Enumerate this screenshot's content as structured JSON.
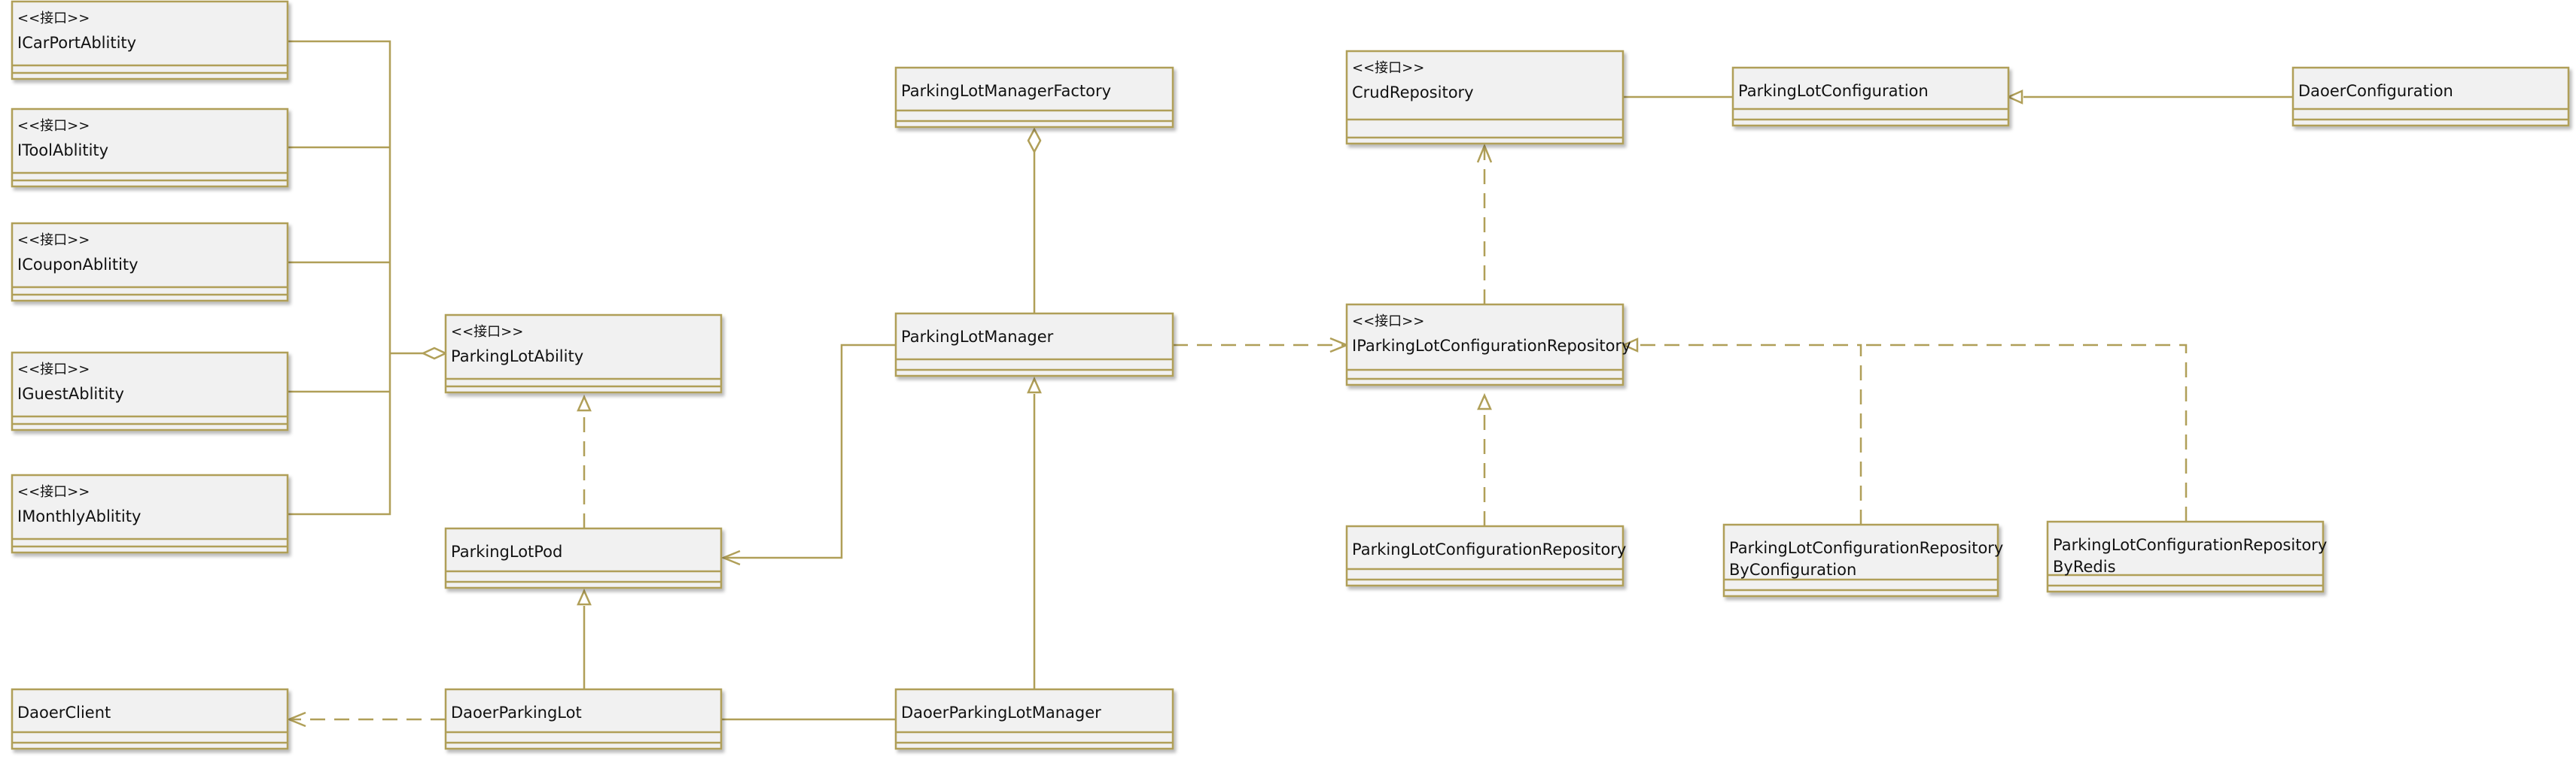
{
  "classes": [
    {
      "id": "icarport",
      "stereotype": "<<接口>>",
      "name_lines": [
        "ICarPortAblitity"
      ]
    },
    {
      "id": "itool",
      "stereotype": "<<接口>>",
      "name_lines": [
        "IToolAblitity"
      ]
    },
    {
      "id": "icoupon",
      "stereotype": "<<接口>>",
      "name_lines": [
        "ICouponAblitity"
      ]
    },
    {
      "id": "iguest",
      "stereotype": "<<接口>>",
      "name_lines": [
        "IGuestAblitity"
      ]
    },
    {
      "id": "imonthly",
      "stereotype": "<<接口>>",
      "name_lines": [
        "IMonthlyAblitity"
      ]
    },
    {
      "id": "daoerclient",
      "stereotype": "",
      "name_lines": [
        "DaoerClient"
      ]
    },
    {
      "id": "parkinglotability",
      "stereotype": "<<接口>>",
      "name_lines": [
        "ParkingLotAbility"
      ]
    },
    {
      "id": "parkinglotpod",
      "stereotype": "",
      "name_lines": [
        "ParkingLotPod"
      ]
    },
    {
      "id": "daoerparkinglot",
      "stereotype": "",
      "name_lines": [
        "DaoerParkingLot"
      ]
    },
    {
      "id": "parkinglotmanagerfactory",
      "stereotype": "",
      "name_lines": [
        "ParkingLotManagerFactory"
      ]
    },
    {
      "id": "parkinglotmanager",
      "stereotype": "",
      "name_lines": [
        "ParkingLotManager"
      ]
    },
    {
      "id": "daoerparkinglotmanager",
      "stereotype": "",
      "name_lines": [
        "DaoerParkingLotManager"
      ]
    },
    {
      "id": "crudrepository",
      "stereotype": "<<接口>>",
      "name_lines": [
        "CrudRepository"
      ]
    },
    {
      "id": "iparkinglotconfigurationrepository",
      "stereotype": "<<接口>>",
      "name_lines": [
        "IParkingLotConfigurationRepository"
      ]
    },
    {
      "id": "parkinglotconfigurationrepository",
      "stereotype": "",
      "name_lines": [
        "ParkingLotConfigurationRepository"
      ]
    },
    {
      "id": "parkinglotconfigurationrepositorybyconfiguration",
      "stereotype": "",
      "name_lines": [
        "ParkingLotConfigurationRepository",
        "ByConfiguration"
      ]
    },
    {
      "id": "parkinglotconfigurationrepositorybyredis",
      "stereotype": "",
      "name_lines": [
        "ParkingLotConfigurationRepository",
        "ByRedis"
      ]
    },
    {
      "id": "parkinglotconfiguration",
      "stereotype": "",
      "name_lines": [
        "ParkingLotConfiguration"
      ]
    },
    {
      "id": "daoerconfiguration",
      "stereotype": "",
      "name_lines": [
        "DaoerConfiguration"
      ]
    }
  ],
  "relationships": [
    {
      "from": "icarport",
      "to": "parkinglotability",
      "type": "aggregation"
    },
    {
      "from": "itool",
      "to": "parkinglotability",
      "type": "aggregation"
    },
    {
      "from": "icoupon",
      "to": "parkinglotability",
      "type": "aggregation"
    },
    {
      "from": "iguest",
      "to": "parkinglotability",
      "type": "aggregation"
    },
    {
      "from": "imonthly",
      "to": "parkinglotability",
      "type": "aggregation"
    },
    {
      "from": "parkinglotpod",
      "to": "parkinglotability",
      "type": "realization"
    },
    {
      "from": "daoerparkinglot",
      "to": "parkinglotpod",
      "type": "inheritance"
    },
    {
      "from": "daoerparkinglot",
      "to": "daoerclient",
      "type": "dependency"
    },
    {
      "from": "daoerparkinglot",
      "to": "daoerparkinglotmanager",
      "type": "association"
    },
    {
      "from": "parkinglotmanager",
      "to": "parkinglotpod",
      "type": "association"
    },
    {
      "from": "parkinglotmanager",
      "to": "parkinglotmanagerfactory",
      "type": "aggregation"
    },
    {
      "from": "daoerparkinglotmanager",
      "to": "parkinglotmanager",
      "type": "inheritance"
    },
    {
      "from": "parkinglotmanager",
      "to": "iparkinglotconfigurationrepository",
      "type": "dependency"
    },
    {
      "from": "iparkinglotconfigurationrepository",
      "to": "crudrepository",
      "type": "dependency"
    },
    {
      "from": "parkinglotconfigurationrepository",
      "to": "iparkinglotconfigurationrepository",
      "type": "realization"
    },
    {
      "from": "parkinglotconfigurationrepositorybyconfiguration",
      "to": "iparkinglotconfigurationrepository",
      "type": "realization"
    },
    {
      "from": "parkinglotconfigurationrepositorybyredis",
      "to": "iparkinglotconfigurationrepository",
      "type": "realization"
    },
    {
      "from": "crudrepository",
      "to": "parkinglotconfiguration",
      "type": "association"
    },
    {
      "from": "daoerconfiguration",
      "to": "parkinglotconfiguration",
      "type": "inheritance"
    }
  ]
}
